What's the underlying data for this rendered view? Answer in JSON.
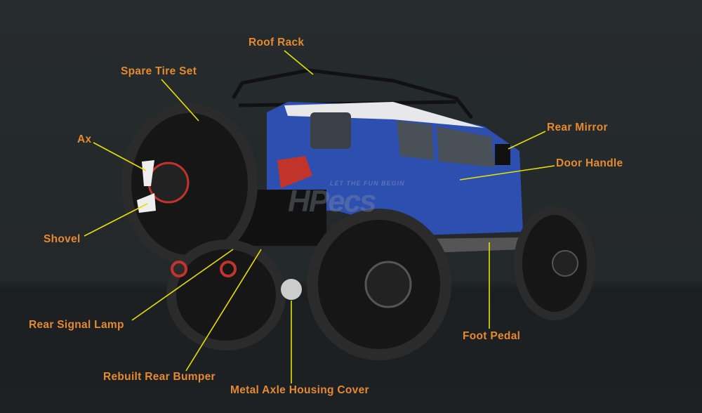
{
  "watermark": {
    "logo": "HPecs",
    "tagline": "LET THE FUN BEGIN"
  },
  "colors": {
    "label": "#e58a2e",
    "leader_line": "#e6e000",
    "body": "#2d4fb0",
    "background": "#23282a"
  },
  "labels": {
    "roof_rack": "Roof Rack",
    "spare_tire_set": "Spare Tire Set",
    "ax": "Ax",
    "shovel": "Shovel",
    "rear_signal_lamp": "Rear Signal Lamp",
    "rebuilt_rear_bumper": "Rebuilt Rear Bumper",
    "metal_axle_housing_cover": "Metal Axle Housing Cover",
    "foot_pedal": "Foot Pedal",
    "rear_mirror": "Rear Mirror",
    "door_handle": "Door Handle"
  }
}
